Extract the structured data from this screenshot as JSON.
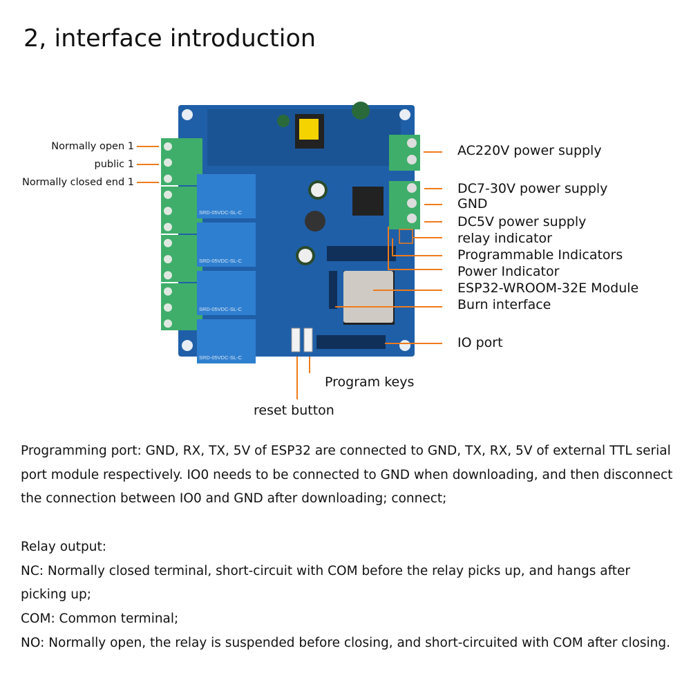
{
  "title": "2, interface introduction",
  "left_labels": [
    "Normally open 1",
    "public 1",
    "Normally closed end 1"
  ],
  "right_labels": [
    "AC220V power supply",
    "DC7-30V power supply",
    "GND",
    "DC5V power supply",
    "relay indicator",
    "Programmable Indicators",
    "Power Indicator",
    "ESP32-WROOM-32E Module",
    "Burn interface",
    "IO port"
  ],
  "bottom_labels": {
    "program_keys": "Program keys",
    "reset_button": "reset button"
  },
  "relay_marking": "SRD-05VDC-SL-C",
  "colors": {
    "pcb": "#1f5fa8",
    "terminal": "#3fae6a",
    "relay": "#2f7fd0",
    "callout": "#f07a1a"
  },
  "description": {
    "programming": "Programming port: GND, RX, TX, 5V of ESP32 are connected to GND, TX, RX, 5V of external TTL serial port module respectively. IO0 needs to be connected to GND when downloading, and then disconnect the connection between IO0 and GND after downloading; connect;",
    "relay_heading": "Relay output:",
    "nc": "NC: Normally closed terminal, short-circuit with COM before the relay picks up, and hangs after picking up;",
    "com": "COM: Common terminal;",
    "no": "NO: Normally open, the relay is suspended before closing, and short-circuited with COM after closing."
  }
}
